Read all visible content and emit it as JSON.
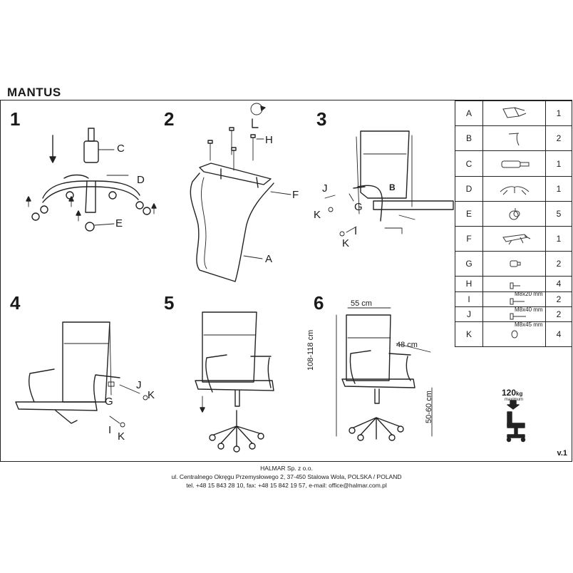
{
  "header": {
    "title": "MANTUS"
  },
  "steps": [
    "1",
    "2",
    "3",
    "4",
    "5",
    "6"
  ],
  "callouts": {
    "s1": [
      "C",
      "D",
      "E"
    ],
    "s2": [
      "H",
      "F",
      "A"
    ],
    "s3": [
      "J",
      "B",
      "G",
      "K",
      "I",
      "K"
    ],
    "s4": [
      "J",
      "K",
      "G",
      "I",
      "K"
    ],
    "s6": {
      "depth": "55 cm",
      "width": "48 cm",
      "height": "108-118 cm",
      "seat": "50-60 cm"
    }
  },
  "parts": [
    {
      "letter": "A",
      "icon": "backrest-icon",
      "spec": "",
      "qty": "1"
    },
    {
      "letter": "B",
      "icon": "armrest-icon",
      "spec": "",
      "qty": "2"
    },
    {
      "letter": "C",
      "icon": "gas-lift-icon",
      "spec": "",
      "qty": "1"
    },
    {
      "letter": "D",
      "icon": "star-base-icon",
      "spec": "",
      "qty": "1"
    },
    {
      "letter": "E",
      "icon": "caster-icon",
      "spec": "",
      "qty": "5"
    },
    {
      "letter": "F",
      "icon": "mechanism-icon",
      "spec": "",
      "qty": "1"
    },
    {
      "letter": "G",
      "icon": "spacer-icon",
      "spec": "",
      "qty": "2"
    },
    {
      "letter": "H",
      "icon": "bolt-icon",
      "spec": "M8x20 mm",
      "qty": "4"
    },
    {
      "letter": "I",
      "icon": "bolt-icon",
      "spec": "M8x40 mm",
      "qty": "2"
    },
    {
      "letter": "J",
      "icon": "bolt-icon",
      "spec": "M8x45 mm",
      "qty": "2"
    },
    {
      "letter": "K",
      "icon": "washer-icon",
      "spec": "",
      "qty": "4"
    }
  ],
  "load": {
    "value": "120",
    "unit": "kg",
    "note": "maximum"
  },
  "version": "v.1",
  "footer": {
    "company": "HALMAR Sp. z o.o.",
    "address": "ul. Centralnego Okręgu Przemysłowego 2, 37-450 Stalowa Wola, POLSKA / POLAND",
    "contact": "tel. +48 15 843 28 10, fax: +48 15 842 19 57, e-mail: office@halmar.com.pl"
  }
}
